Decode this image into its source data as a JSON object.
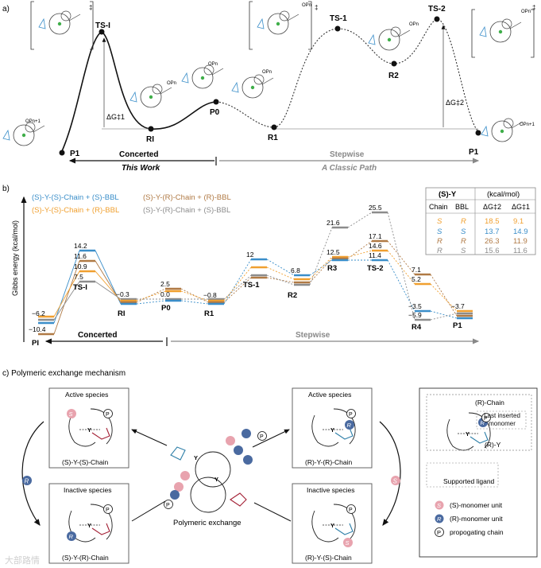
{
  "panel_a": {
    "label": "a)",
    "labels": {
      "p1_left": "P1",
      "ts1": "TS-I",
      "ri": "RI",
      "p0": "P0",
      "r1": "R1",
      "ts1b": "TS-1",
      "r2": "R2",
      "ts2": "TS-2",
      "p1_right": "P1",
      "dg1": "ΔG‡1",
      "dg2": "ΔG‡2"
    },
    "concerted": "Concerted",
    "this_work": "This Work",
    "stepwise": "Stepwise",
    "classic": "A Classic Path",
    "struct_text": {
      "op": "OPn",
      "op1": "OPn+1",
      "dagger": "‡"
    }
  },
  "panel_b": {
    "label": "b)",
    "ylabel": "Gibbs energy (kcal/mol)",
    "legend": [
      {
        "text": "(S)-Y-(S)-Chain + (S)-BBL",
        "color": "#3a8ec9"
      },
      {
        "text": "(S)-Y-(R)-Chain + (R)-BBL",
        "color": "#b07a45"
      },
      {
        "text": "(S)-Y-(S)-Chain + (R)-BBL",
        "color": "#f0a030"
      },
      {
        "text": "(S)-Y-(R)-Chain + (S)-BBL",
        "color": "#8c8c8c"
      }
    ],
    "states": [
      "PI",
      "TS-I",
      "RI",
      "P0",
      "R1",
      "TS-1",
      "R2",
      "R3",
      "TS-2",
      "R4",
      "P1"
    ],
    "values": [
      {
        "state": "PI",
        "texts": [
          "−6.2",
          "−10.4"
        ]
      },
      {
        "state": "TS-I",
        "texts": [
          "14.2",
          "11.6",
          "10.9",
          "7.5"
        ]
      },
      {
        "state": "RI",
        "texts": [
          "−0.3"
        ]
      },
      {
        "state": "P0",
        "texts": [
          "2.5",
          "0.0"
        ]
      },
      {
        "state": "R1",
        "texts": [
          "−0.8"
        ]
      },
      {
        "state": "TS-1",
        "texts": [
          "12"
        ]
      },
      {
        "state": "R2",
        "texts": [
          "6.8"
        ]
      },
      {
        "state": "R3",
        "texts": [
          "21.6",
          "12.5"
        ]
      },
      {
        "state": "TS-2",
        "texts": [
          "25.5",
          "17.1",
          "14.6",
          "11.4"
        ]
      },
      {
        "state": "R4",
        "texts": [
          "7.1",
          "5.2",
          "−3.5",
          "−5.9"
        ]
      },
      {
        "state": "P1",
        "texts": [
          "−3.7"
        ]
      }
    ],
    "concerted": "Concerted",
    "stepwise": "Stepwise",
    "table": {
      "title": "(S)-Y",
      "unit": "(kcal/mol)",
      "headers": [
        "Chain",
        "BBL",
        "ΔG‡2",
        "ΔG‡1"
      ],
      "rows": [
        {
          "chain": "S",
          "bbl": "R",
          "dg2": "18.5",
          "dg1": "9.1",
          "color": "#f0a030"
        },
        {
          "chain": "S",
          "bbl": "S",
          "dg2": "13.7",
          "dg1": "14.9",
          "color": "#3a8ec9"
        },
        {
          "chain": "R",
          "bbl": "R",
          "dg2": "26.3",
          "dg1": "11.9",
          "color": "#b07a45"
        },
        {
          "chain": "R",
          "bbl": "S",
          "dg2": "15.6",
          "dg1": "11.6",
          "color": "#8c8c8c"
        }
      ]
    }
  },
  "panel_c": {
    "label": "c) Polymeric exchange mechanism",
    "active_species": "Active species",
    "inactive_species": "Inactive species",
    "tl_caption": "(S)-Y-(S)-Chain",
    "bl_caption": "(S)-Y-(R)-Chain",
    "tr_caption": "(R)-Y-(R)-Chain",
    "br_caption": "(R)-Y-(S)-Chain",
    "center_caption": "Polymeric exchange",
    "bead_r": "R",
    "bead_s": "S",
    "bead_p": "P",
    "legend": {
      "chain_label": "(R)-Chain",
      "last_inserted": "Last inserted monomer",
      "ry_label": "(R)-Y",
      "supported": "Supported ligand",
      "s_unit": "(S)-monomer unit",
      "r_unit": "(R)-monomer unit",
      "p_chain": "propogating chain"
    },
    "colors": {
      "s_bead": "#e8a3ae",
      "r_bead": "#4a6aa0",
      "s_ligand": "#a32035",
      "r_ligand": "#2e7fa8"
    }
  },
  "watermark": "大部路情"
}
